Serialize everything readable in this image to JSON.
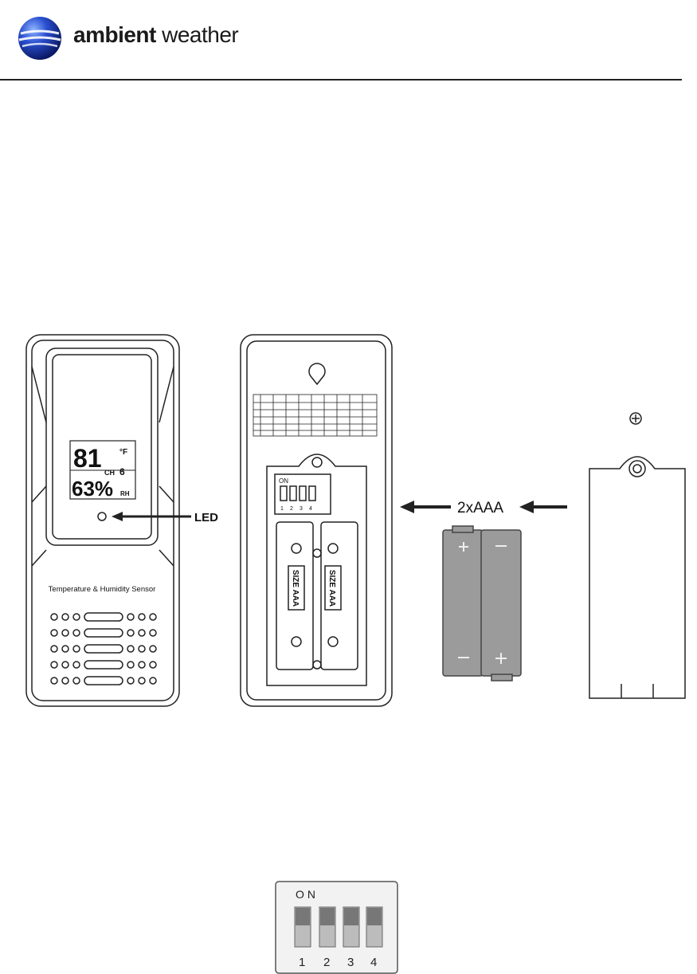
{
  "header": {
    "brand_bold": "ambient",
    "brand_light": "weather",
    "logo_icon": "globe-logo-icon"
  },
  "sensor_front": {
    "temperature": "81",
    "temperature_unit": "°F",
    "channel_label": "CH",
    "channel": "6",
    "humidity": "63%",
    "humidity_unit": "RH",
    "led_label": "LED",
    "product_label": "Temperature & Humidity Sensor"
  },
  "battery_compartment": {
    "dip_switch_on_label": "ON",
    "dip_switch_numbers": [
      "1",
      "2",
      "3",
      "4"
    ],
    "battery_label_1": "SIZE AAA",
    "battery_label_2": "SIZE AAA",
    "battery_callout": "2xAAA"
  },
  "dip_switch_closeup": {
    "on_label": "ON",
    "numbers": [
      "1",
      "2",
      "3",
      "4"
    ]
  }
}
